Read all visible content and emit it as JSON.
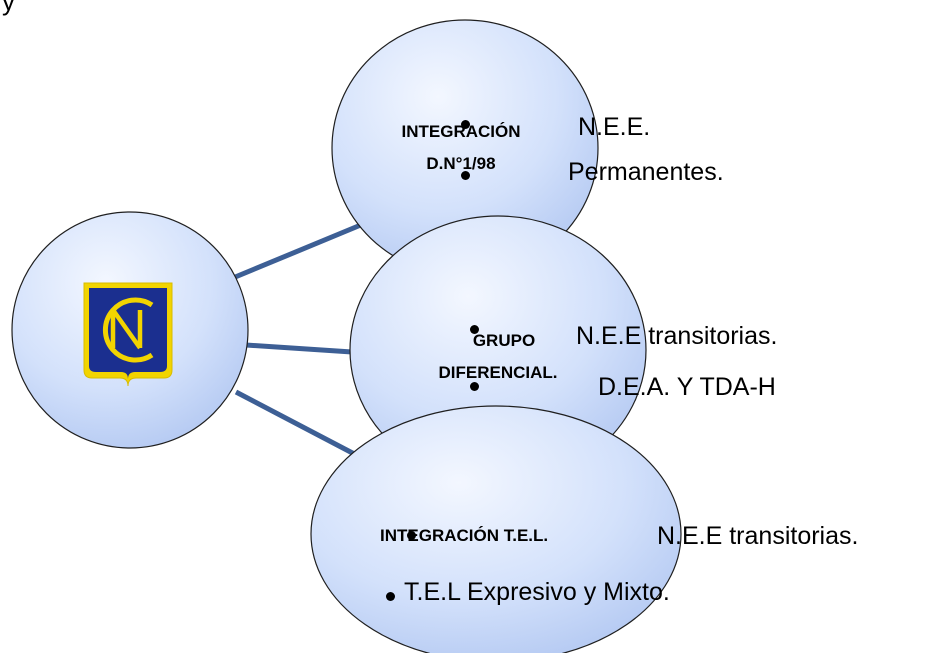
{
  "top_fragment": "y",
  "logo": {
    "name": "school-crest-logo",
    "colors": {
      "shield": "#1b2f8f",
      "border": "#f2d400",
      "letters": "#f2d400"
    }
  },
  "nodes": [
    {
      "id": "integracion-dn",
      "label_lines": [
        "INTEGRACIÓN",
        "D.N°1/98"
      ],
      "bullets": [
        "N.E.E.",
        "Permanentes."
      ]
    },
    {
      "id": "grupo-diferencial",
      "label_lines": [
        "GRUPO",
        "DIFERENCIAL."
      ],
      "bullets": [
        "N.E.E transitorias.",
        "D.E.A. Y TDA-H"
      ]
    },
    {
      "id": "integracion-tel",
      "label_lines": [
        "INTEGRACIÓN  T.E.L."
      ],
      "bullets": [
        "N.E.E transitorias.",
        "T.E.L Expresivo y Mixto."
      ]
    }
  ],
  "colors": {
    "circle_fill_light": "#e6eeff",
    "circle_fill_dark": "#bcd0f6",
    "circle_stroke": "#1f1f1f",
    "connector": "#3d5f95"
  }
}
